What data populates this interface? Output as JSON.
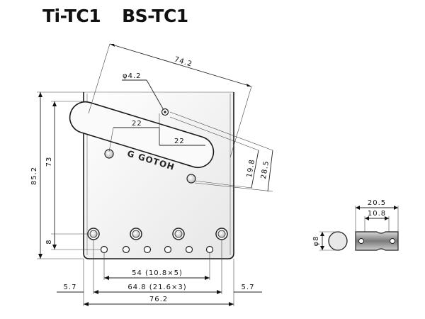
{
  "title": {
    "model_1": "Ti-TC1",
    "model_2": "BS-TC1"
  },
  "plate": {
    "logo_text": "GOTOH",
    "colors": {
      "plate_edge": "#1a1a1a",
      "plate_fill": "#f2f2f2",
      "saddle_fill": "#888888"
    }
  },
  "dimensions": {
    "diagonal_width": "74.2",
    "hole_diameter": "φ4.2",
    "slot_spacing_1": "22",
    "slot_spacing_2": "22",
    "offset_small": "19.8",
    "offset_large": "28.5",
    "height_total": "85.2",
    "height_inner": "73",
    "height_bottom": "8",
    "hole_span": "54 (10.8×5)",
    "mount_span": "64.8 (21.6×3)",
    "margin_left": "5.7",
    "margin_right": "5.7",
    "total_width": "76.2"
  },
  "saddle": {
    "diameter": "φ8",
    "length": "20.5",
    "inner_length": "10.8"
  }
}
